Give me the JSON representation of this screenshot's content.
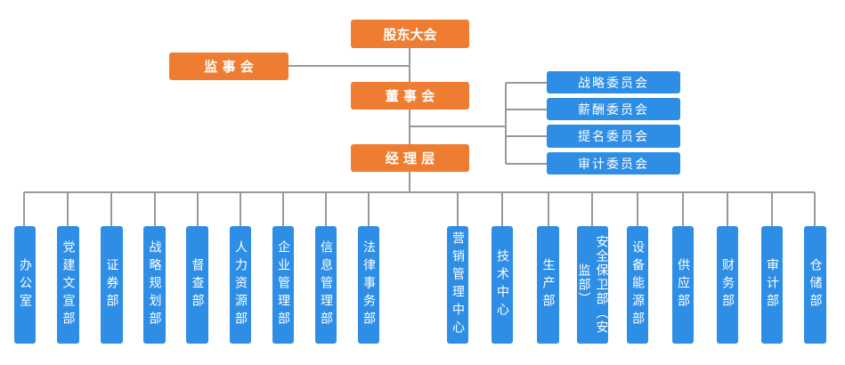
{
  "nodes": {
    "shareholders": "股东大会",
    "supervisors": "监 事 会",
    "board": "董 事 会",
    "management": "经 理 层"
  },
  "committees": [
    "战略委员会",
    "薪酬委员会",
    "提名委员会",
    "审计委员会"
  ],
  "departments": [
    "办公室",
    "党建文宣部",
    "证券部",
    "战略规划部",
    "督查部",
    "人力资源部",
    "企业管理部",
    "信息管理部",
    "法律事务部",
    "营销管理中心",
    "技术中心",
    "生产部",
    "安全保卫部（安监部）",
    "设备能源部",
    "供应部",
    "财务部",
    "审计部",
    "仓储部"
  ],
  "colors": {
    "orange": "#ee7d31",
    "blue": "#2e8ee6",
    "line": "#999999"
  }
}
